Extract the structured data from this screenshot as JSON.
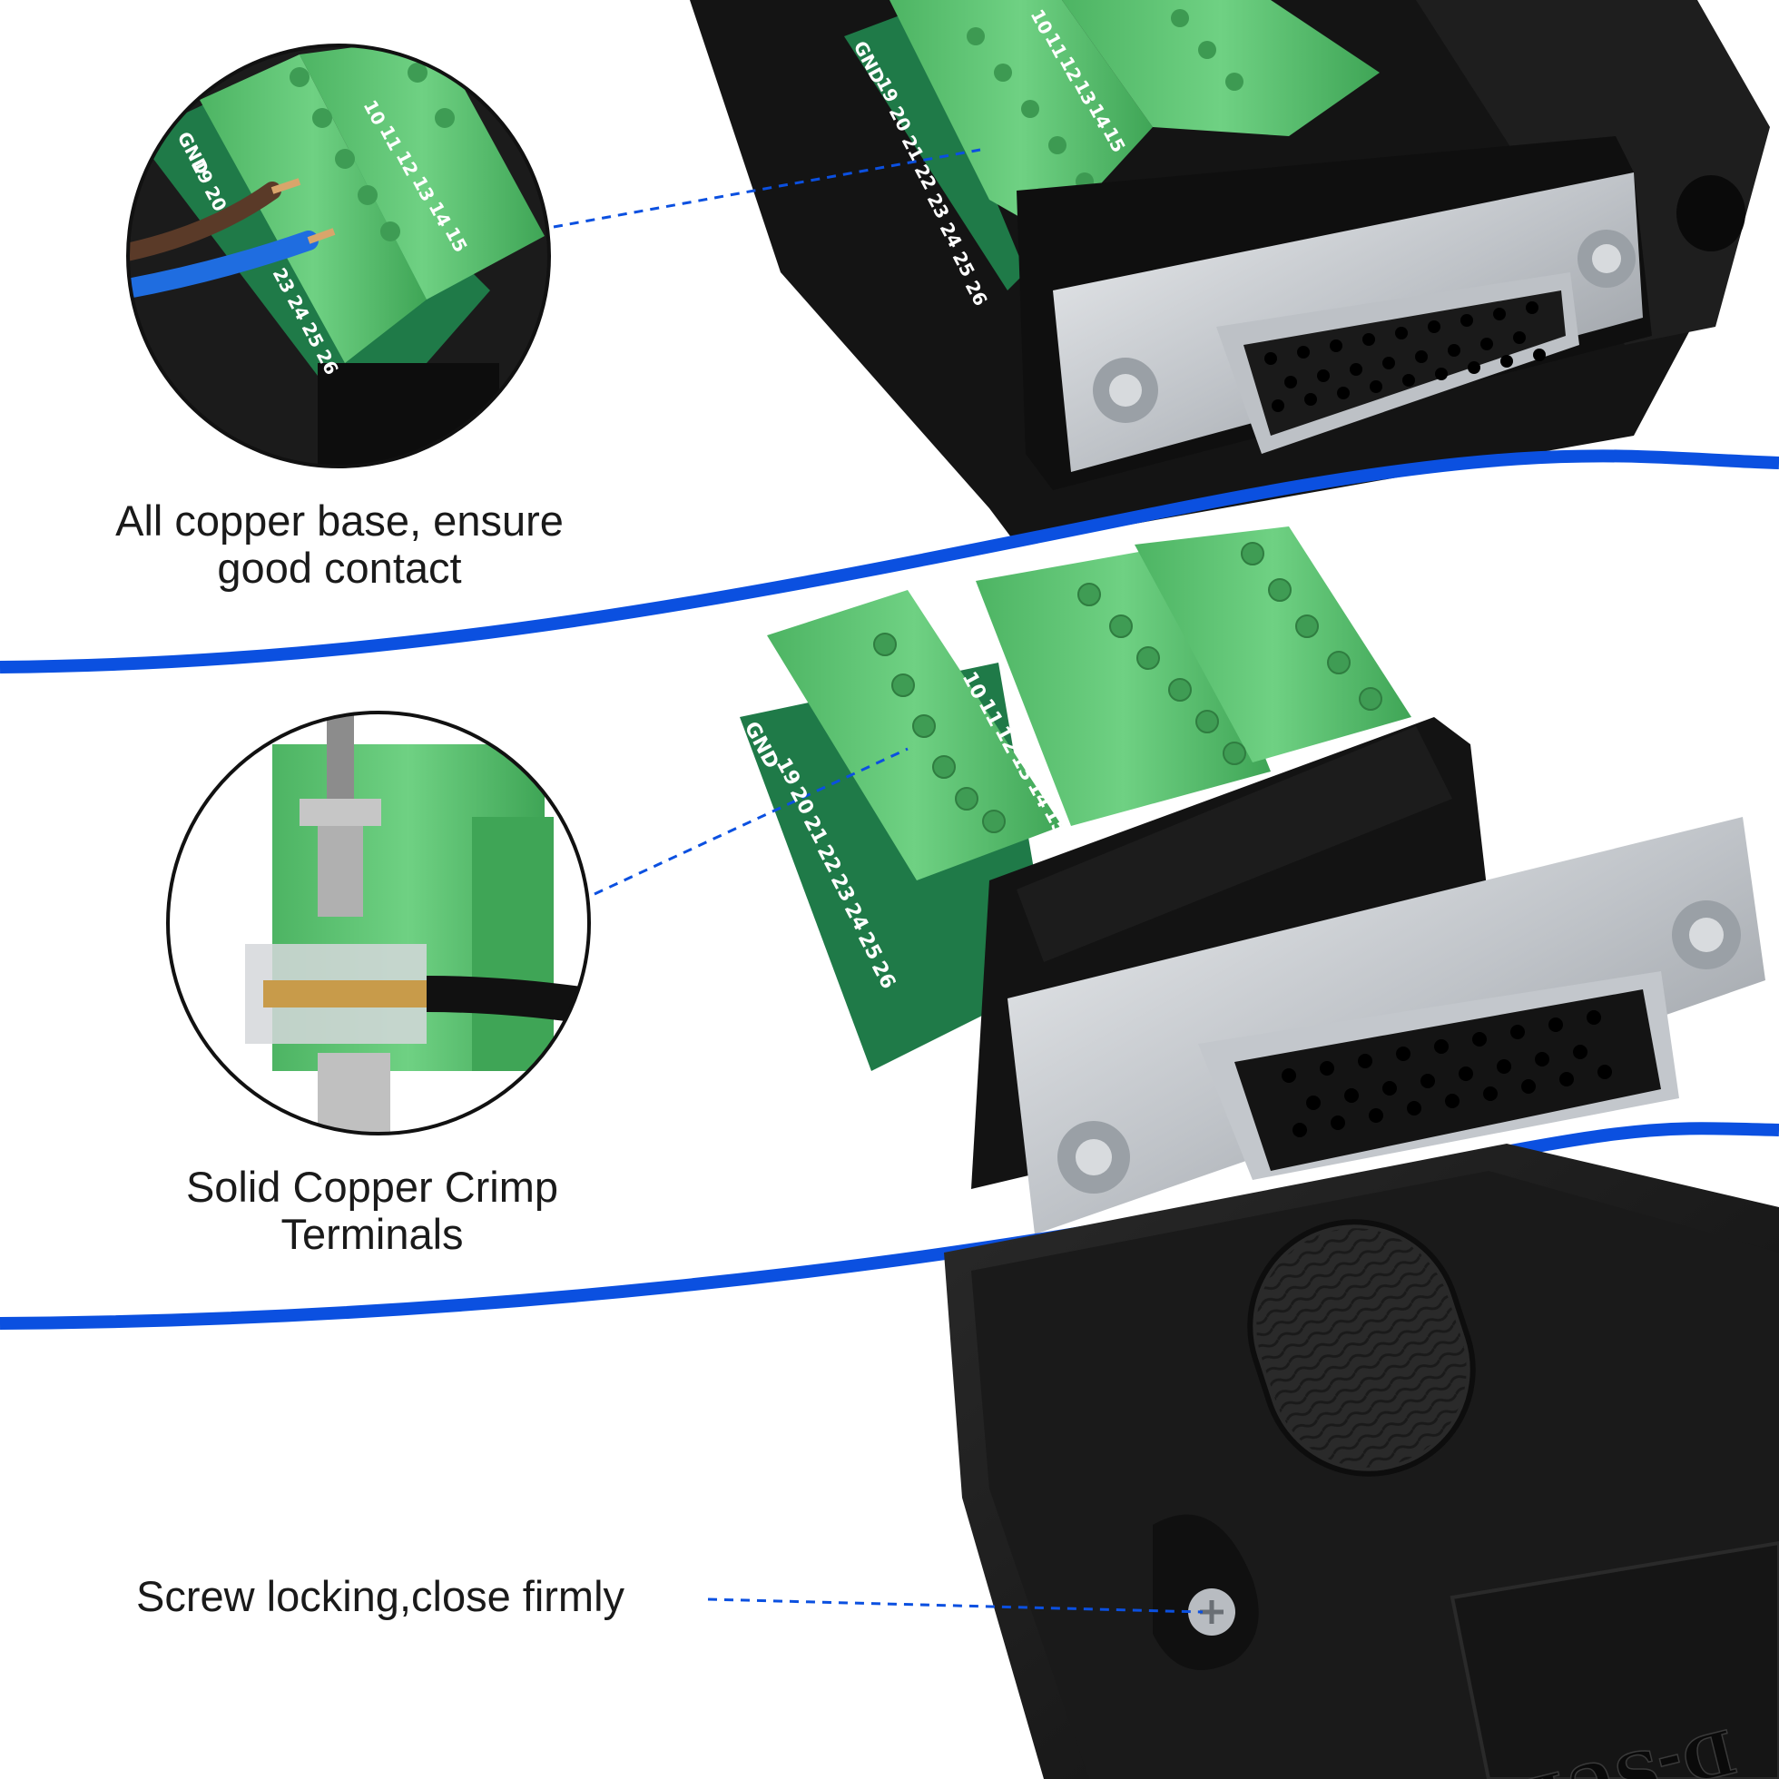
{
  "colors": {
    "accent_blue": "#0b50e0",
    "terminal_green": "#56c16c",
    "pcb_green": "#1f7a48",
    "housing_black": "#151515",
    "metal": "#c9ccd0"
  },
  "captions": {
    "top": "All copper base, ensure\ngood contact",
    "middle": "Solid Copper Crimp\nTerminals",
    "bottom": "Screw locking,close firmly"
  },
  "pcb_labels": {
    "gnd": "GND",
    "lower_row": [
      "19",
      "20",
      "21",
      "22",
      "23",
      "24",
      "25",
      "26"
    ],
    "upper_row": [
      "10",
      "11",
      "12",
      "13",
      "14",
      "15"
    ]
  },
  "cover_text": "D-SUB"
}
